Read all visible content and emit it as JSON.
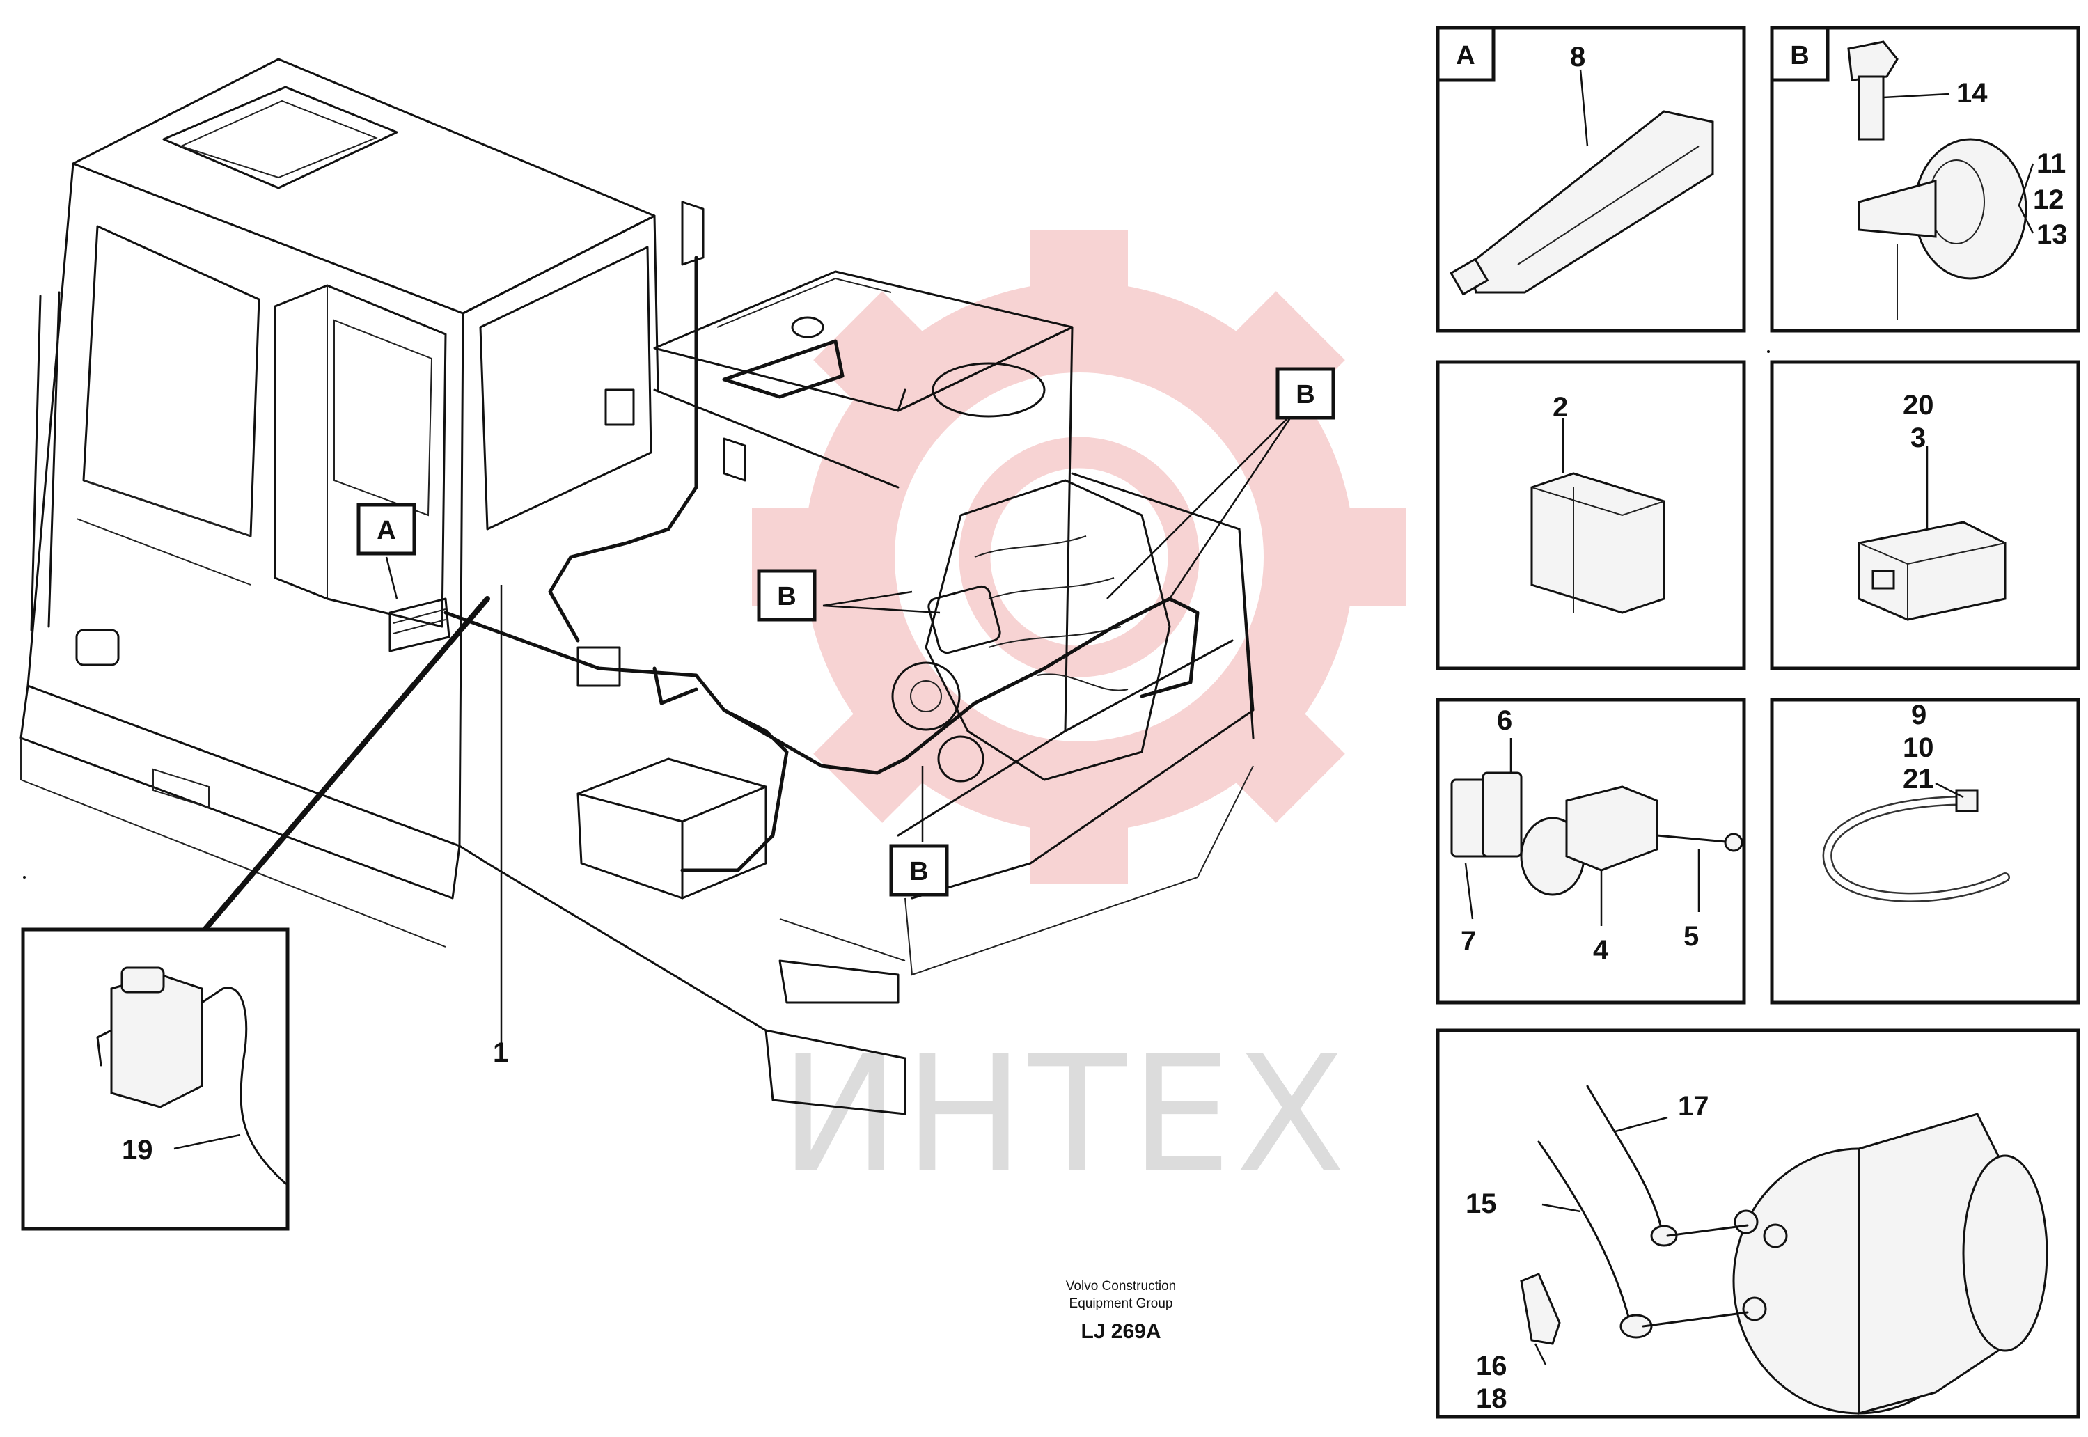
{
  "caption": {
    "line1": "Volvo Construction",
    "line2": "Equipment Group",
    "code": "LJ 269A"
  },
  "watermark": {
    "text": "ИНТЕХ",
    "gear_color": "#f6c9c9",
    "text_color": "#dcdcdc"
  },
  "detail_tags": {
    "cab_a": "A",
    "eng_b1": "B",
    "eng_b2": "B",
    "eng_b3": "B"
  },
  "panels": {
    "a": {
      "tag": "A",
      "labels": [
        "8"
      ]
    },
    "b": {
      "tag": "B",
      "labels": [
        "14",
        "11",
        "12",
        "13"
      ]
    },
    "c": {
      "labels": [
        "2"
      ]
    },
    "d": {
      "labels": [
        "20",
        "3"
      ]
    },
    "e": {
      "labels": [
        "6",
        "7",
        "4",
        "5"
      ]
    },
    "f": {
      "labels": [
        "9",
        "10",
        "21"
      ]
    },
    "g": {
      "labels": [
        "17",
        "15",
        "16",
        "18"
      ]
    },
    "inset": {
      "labels": [
        "19"
      ]
    }
  },
  "main_labels": {
    "harness": "1"
  }
}
